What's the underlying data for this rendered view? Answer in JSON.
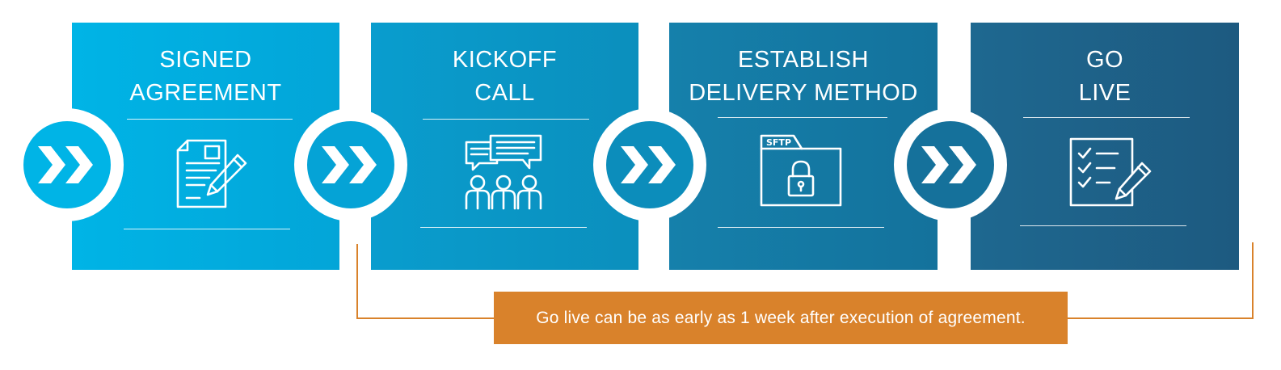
{
  "steps": [
    {
      "title_line1": "SIGNED",
      "title_line2": "AGREEMENT",
      "icon": "signed-document-icon"
    },
    {
      "title_line1": "KICKOFF",
      "title_line2": "CALL",
      "icon": "meeting-chat-icon"
    },
    {
      "title_line1": "ESTABLISH",
      "title_line2": "DELIVERY METHOD",
      "icon": "sftp-folder-lock-icon",
      "icon_text": "SFTP"
    },
    {
      "title_line1": "GO",
      "title_line2": "LIVE",
      "icon": "checklist-pencil-icon"
    }
  ],
  "connector_icon": "double-chevron-right-icon",
  "note": "Go live can be as early as 1 week after execution of agreement.",
  "colors": {
    "step1": "#00b2e4",
    "step2": "#0a9bcb",
    "step3": "#1479a4",
    "step4": "#1d5c83",
    "note": "#d9822b"
  }
}
